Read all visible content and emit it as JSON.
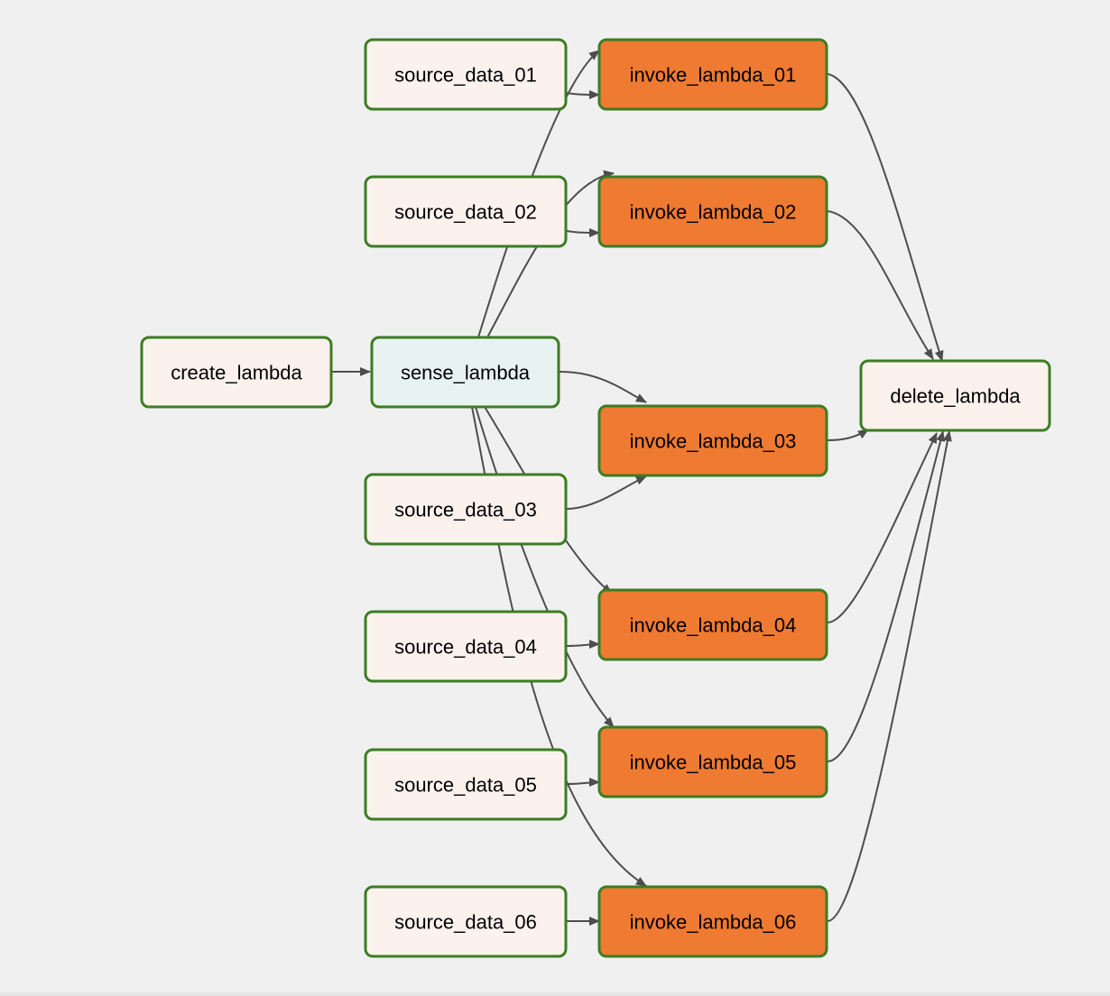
{
  "graph": {
    "colors": {
      "background": "#f0f0f0",
      "node_border": "#3b7d23",
      "edge": "#4d4d4d",
      "default_fill": "#fbf1ed",
      "sensor_fill": "#e8f3f1",
      "invoke_fill": "#ef7a31"
    },
    "nodes": [
      {
        "id": "create_lambda",
        "label": "create_lambda",
        "kind": "default"
      },
      {
        "id": "sense_lambda",
        "label": "sense_lambda",
        "kind": "sensor"
      },
      {
        "id": "source_data_01",
        "label": "source_data_01",
        "kind": "default"
      },
      {
        "id": "source_data_02",
        "label": "source_data_02",
        "kind": "default"
      },
      {
        "id": "source_data_03",
        "label": "source_data_03",
        "kind": "default"
      },
      {
        "id": "source_data_04",
        "label": "source_data_04",
        "kind": "default"
      },
      {
        "id": "source_data_05",
        "label": "source_data_05",
        "kind": "default"
      },
      {
        "id": "source_data_06",
        "label": "source_data_06",
        "kind": "default"
      },
      {
        "id": "invoke_lambda_01",
        "label": "invoke_lambda_01",
        "kind": "invoke"
      },
      {
        "id": "invoke_lambda_02",
        "label": "invoke_lambda_02",
        "kind": "invoke"
      },
      {
        "id": "invoke_lambda_03",
        "label": "invoke_lambda_03",
        "kind": "invoke"
      },
      {
        "id": "invoke_lambda_04",
        "label": "invoke_lambda_04",
        "kind": "invoke"
      },
      {
        "id": "invoke_lambda_05",
        "label": "invoke_lambda_05",
        "kind": "invoke"
      },
      {
        "id": "invoke_lambda_06",
        "label": "invoke_lambda_06",
        "kind": "invoke"
      },
      {
        "id": "delete_lambda",
        "label": "delete_lambda",
        "kind": "default"
      }
    ],
    "edges": [
      {
        "from": "create_lambda",
        "to": "sense_lambda"
      },
      {
        "from": "sense_lambda",
        "to": "invoke_lambda_01"
      },
      {
        "from": "sense_lambda",
        "to": "invoke_lambda_02"
      },
      {
        "from": "sense_lambda",
        "to": "invoke_lambda_03"
      },
      {
        "from": "sense_lambda",
        "to": "invoke_lambda_04"
      },
      {
        "from": "sense_lambda",
        "to": "invoke_lambda_05"
      },
      {
        "from": "sense_lambda",
        "to": "invoke_lambda_06"
      },
      {
        "from": "source_data_01",
        "to": "invoke_lambda_01"
      },
      {
        "from": "source_data_02",
        "to": "invoke_lambda_02"
      },
      {
        "from": "source_data_03",
        "to": "invoke_lambda_03"
      },
      {
        "from": "source_data_04",
        "to": "invoke_lambda_04"
      },
      {
        "from": "source_data_05",
        "to": "invoke_lambda_05"
      },
      {
        "from": "source_data_06",
        "to": "invoke_lambda_06"
      },
      {
        "from": "invoke_lambda_01",
        "to": "delete_lambda"
      },
      {
        "from": "invoke_lambda_02",
        "to": "delete_lambda"
      },
      {
        "from": "invoke_lambda_03",
        "to": "delete_lambda"
      },
      {
        "from": "invoke_lambda_04",
        "to": "delete_lambda"
      },
      {
        "from": "invoke_lambda_05",
        "to": "delete_lambda"
      },
      {
        "from": "invoke_lambda_06",
        "to": "delete_lambda"
      }
    ]
  }
}
